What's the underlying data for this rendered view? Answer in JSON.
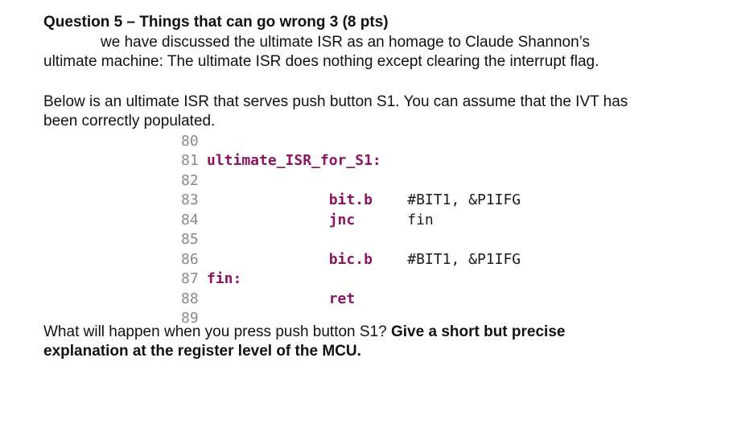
{
  "question": {
    "title": "Question 5 – Things that can go wrong 3 (8 pts)",
    "intro_line1": "we have discussed the ultimate ISR as an homage to Claude Shannon’s",
    "intro_line2": "ultimate machine: The ultimate ISR does nothing except clearing the interrupt flag.",
    "setup_line1": "Below is an ultimate ISR that serves push button S1. You can assume that the IVT has",
    "setup_line2": "been correctly populated.",
    "prompt_line1_normal": "What will happen when you press push button S1? ",
    "prompt_line1_bold": "Give a short but precise",
    "prompt_line2_bold": "explanation at the register level of the MCU."
  },
  "code": {
    "language": "msp430-assembly",
    "colors": {
      "keyword": "#8C1560",
      "plain": "#1b1b1b",
      "line_number": "#8a8a8a"
    },
    "lines": [
      {
        "num": "80",
        "tokens": []
      },
      {
        "num": "81",
        "tokens": [
          {
            "type": "keyword",
            "text": "ultimate_ISR_for_S1:"
          }
        ]
      },
      {
        "num": "82",
        "tokens": []
      },
      {
        "num": "83",
        "tokens": [
          {
            "type": "plain",
            "text": "              "
          },
          {
            "type": "keyword",
            "text": "bit.b"
          },
          {
            "type": "plain",
            "text": "    #BIT1, &P1IFG"
          }
        ]
      },
      {
        "num": "84",
        "tokens": [
          {
            "type": "plain",
            "text": "              "
          },
          {
            "type": "keyword",
            "text": "jnc"
          },
          {
            "type": "plain",
            "text": "      fin"
          }
        ]
      },
      {
        "num": "85",
        "tokens": []
      },
      {
        "num": "86",
        "tokens": [
          {
            "type": "plain",
            "text": "              "
          },
          {
            "type": "keyword",
            "text": "bic.b"
          },
          {
            "type": "plain",
            "text": "    #BIT1, &P1IFG"
          }
        ]
      },
      {
        "num": "87",
        "tokens": [
          {
            "type": "keyword",
            "text": "fin:"
          }
        ]
      },
      {
        "num": "88",
        "tokens": [
          {
            "type": "plain",
            "text": "              "
          },
          {
            "type": "keyword",
            "text": "ret"
          }
        ]
      },
      {
        "num": "89",
        "tokens": []
      }
    ]
  }
}
